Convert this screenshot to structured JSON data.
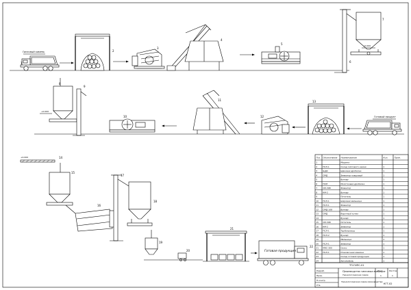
{
  "labels": {
    "raw_delivery": "Гипсовый камень",
    "finished_delivery": "Готовый продукт",
    "product_truck": "Готовая продукция",
    "level_left": "+0.000",
    "level_right": "+0.000",
    "pipe_level": "+0.000"
  },
  "numbers": [
    "1",
    "2",
    "3",
    "4",
    "5",
    "6",
    "7",
    "8",
    "9",
    "10",
    "11",
    "12",
    "13",
    "14",
    "15",
    "16",
    "17",
    "18",
    "19",
    "20",
    "21",
    "22"
  ],
  "spec_table": {
    "headers": [
      "Поз.",
      "Обозначение",
      "Наименование",
      "Кол.",
      "Прим."
    ],
    "rows": [
      [
        "1",
        "",
        "Машина",
        "",
        ""
      ],
      [
        "2",
        "ПСЛ-1",
        "Склад гипсового камня",
        "1",
        ""
      ],
      [
        "3",
        "ЩДС",
        "Щековая дробилка",
        "1",
        ""
      ],
      [
        "4",
        "СМД",
        "Элеватор ковшовый",
        "1",
        ""
      ],
      [
        "5",
        "",
        "Бункер",
        "1",
        ""
      ],
      [
        "6",
        "ПСМ",
        "Молотковая дробилка",
        "1",
        ""
      ],
      [
        "7",
        "СМ-398",
        "Элеватор",
        "1",
        ""
      ],
      [
        "8",
        "КМ-2",
        "Бункер",
        "1",
        ""
      ],
      [
        "9",
        "",
        "Питатель",
        "1",
        ""
      ],
      [
        "10",
        "ПСЛ-1",
        "Шаровая мельница",
        "1",
        ""
      ],
      [
        "11",
        "ПСЛ-1",
        "Элеватор",
        "1",
        ""
      ],
      [
        "12",
        "СМД-108",
        "Бункер",
        "1",
        ""
      ],
      [
        "13",
        "СМД",
        "Варочный котел",
        "1",
        ""
      ],
      [
        "14",
        "",
        "Бункер",
        "1",
        ""
      ],
      [
        "15",
        "СМ-398",
        "Питатель",
        "1",
        ""
      ],
      [
        "16",
        "КМ-2",
        "Элеватор",
        "1",
        ""
      ],
      [
        "17",
        "ПСЛ-1",
        "Трубопровод",
        "1",
        ""
      ],
      [
        "18",
        "ПСЛ-2",
        "Бункер",
        "1",
        ""
      ],
      [
        "19",
        "",
        "Мельница",
        "1",
        ""
      ],
      [
        "20",
        "ПСЛ-1",
        "Элеватор",
        "1",
        ""
      ],
      [
        "21",
        "МНС-300",
        "Силос",
        "1",
        ""
      ],
      [
        "22",
        "ПСЛ-1",
        "Упаковочная машина",
        "1",
        ""
      ],
      [
        "23",
        "",
        "Склад готовой продукции",
        "1",
        ""
      ],
      [
        "24",
        "",
        "Автомобиль",
        "1",
        ""
      ]
    ]
  },
  "title_block": {
    "code": "ТП-ГИПС-01",
    "heading": "Производство гипсовых вяжущих",
    "subtitle": "Технологическая схема",
    "sheet_label": "Лист",
    "sheets_label": "Листов",
    "sheet_no": "1",
    "sheets_total": "1",
    "drawing_name": "Технологическая схема производства",
    "org": "КГТ-02",
    "roles": [
      "Разраб.",
      "Пров.",
      "Н.контр.",
      "Утв."
    ]
  }
}
